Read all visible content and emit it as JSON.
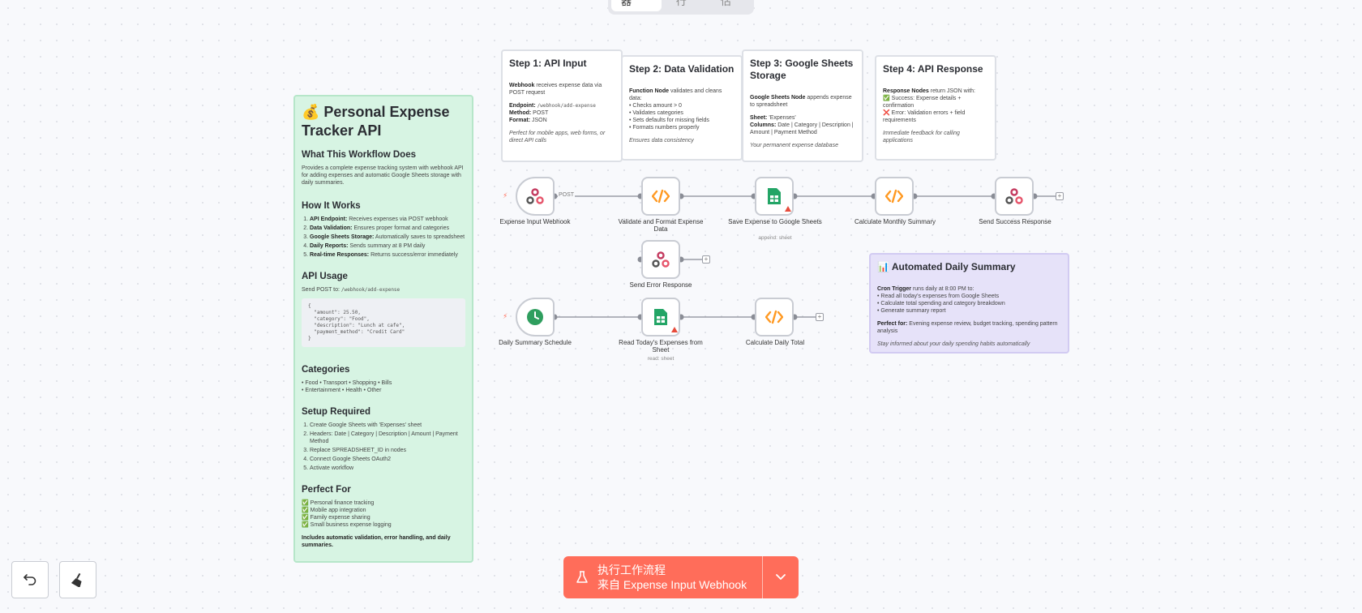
{
  "tabs": [
    "编辑器",
    "执行",
    "评估"
  ],
  "main_note": {
    "title": "💰 Personal Expense Tracker API",
    "what_heading": "What This Workflow Does",
    "what_text": "Provides a complete expense tracking system with webhook API for adding expenses and automatic Google Sheets storage with daily summaries.",
    "how_heading": "How It Works",
    "how_items": [
      {
        "b": "API Endpoint:",
        "t": " Receives expenses via POST webhook"
      },
      {
        "b": "Data Validation:",
        "t": " Ensures proper format and categories"
      },
      {
        "b": "Google Sheets Storage:",
        "t": " Automatically saves to spreadsheet"
      },
      {
        "b": "Daily Reports:",
        "t": " Sends summary at 8 PM daily"
      },
      {
        "b": "Real-time Responses:",
        "t": " Returns success/error immediately"
      }
    ],
    "usage_heading": "API Usage",
    "usage_text": "Send POST to: ",
    "usage_code": "/webhook/add-expense",
    "usage_block": "{\n  \"amount\": 25.50,\n  \"category\": \"Food\",\n  \"description\": \"Lunch at cafe\",\n  \"payment_method\": \"Credit Card\"\n}",
    "cat_heading": "Categories",
    "cat_line1": "• Food • Transport • Shopping • Bills",
    "cat_line2": "• Entertainment • Health • Other",
    "setup_heading": "Setup Required",
    "setup_items": [
      "Create Google Sheets with 'Expenses' sheet",
      "Headers: Date | Category | Description | Amount | Payment Method",
      "Replace SPREADSHEET_ID in nodes",
      "Connect Google Sheets OAuth2",
      "Activate workflow"
    ],
    "perfect_heading": "Perfect For",
    "perfect_items": [
      "✅ Personal finance tracking",
      "✅ Mobile app integration",
      "✅ Family expense sharing",
      "✅ Small business expense logging"
    ],
    "footer": "Includes automatic validation, error handling, and daily summaries."
  },
  "step1": {
    "title": "Step 1: API Input",
    "b1": "Webhook",
    "t1": " receives expense data via POST request",
    "b2": "Endpoint:",
    "c2": "/webhook/add-expense",
    "b3": "Method:",
    "t3": " POST",
    "b4": "Format:",
    "t4": " JSON",
    "italic": "Perfect for mobile apps, web forms, or direct API calls"
  },
  "step2": {
    "title": "Step 2: Data Validation",
    "b1": "Function Node",
    "t1": " validates and cleans data:",
    "lines": [
      "• Checks amount > 0",
      "• Validates categories",
      "• Sets defaults for missing fields",
      "• Formats numbers properly"
    ],
    "italic": "Ensures data consistency"
  },
  "step3": {
    "title": "Step 3: Google Sheets Storage",
    "b1": "Google Sheets Node",
    "t1": " appends expense to spreadsheet",
    "b2": "Sheet:",
    "t2": " 'Expenses'",
    "b3": "Columns:",
    "t3": " Date | Category | Description | Amount | Payment Method",
    "italic": "Your permanent expense database"
  },
  "step4": {
    "title": "Step 4: API Response",
    "b1": "Response Nodes",
    "t1": " return JSON with:",
    "line1": "✅ Success: Expense details + confirmation",
    "line2": "❌ Error: Validation errors + field requirements",
    "italic": "Immediate feedback for calling applications"
  },
  "daily_note": {
    "title": "📊 Automated Daily Summary",
    "b1": "Cron Trigger",
    "t1": " runs daily at 8:00 PM to:",
    "lines": [
      "• Read all today's expenses from Google Sheets",
      "• Calculate total spending and category breakdown",
      "• Generate summary report"
    ],
    "b2": "Perfect for:",
    "t2": " Evening expense review, budget tracking, spending pattern analysis",
    "italic": "Stay informed about your daily spending habits automatically"
  },
  "nodes": {
    "webhook": "Expense Input Webhook",
    "post_label": "POST",
    "validate": "Validate and Format Expense Data",
    "save": "Save Expense to Google Sheets",
    "save_sub": "append: sheet",
    "monthly": "Calculate Monthly Summary",
    "success": "Send Success Response",
    "error": "Send Error Response",
    "schedule": "Daily Summary Schedule",
    "read": "Read Today's Expenses from Sheet",
    "read_sub": "read: sheet",
    "daily_total": "Calculate Daily Total"
  },
  "execute": {
    "line1": "执行工作流程",
    "line2": "来自 Expense Input Webhook"
  },
  "colors": {
    "accent": "#ff6d5a",
    "code_orange": "#ff9922",
    "sheets_green": "#23a566",
    "schedule_green": "#2f9e5e"
  }
}
